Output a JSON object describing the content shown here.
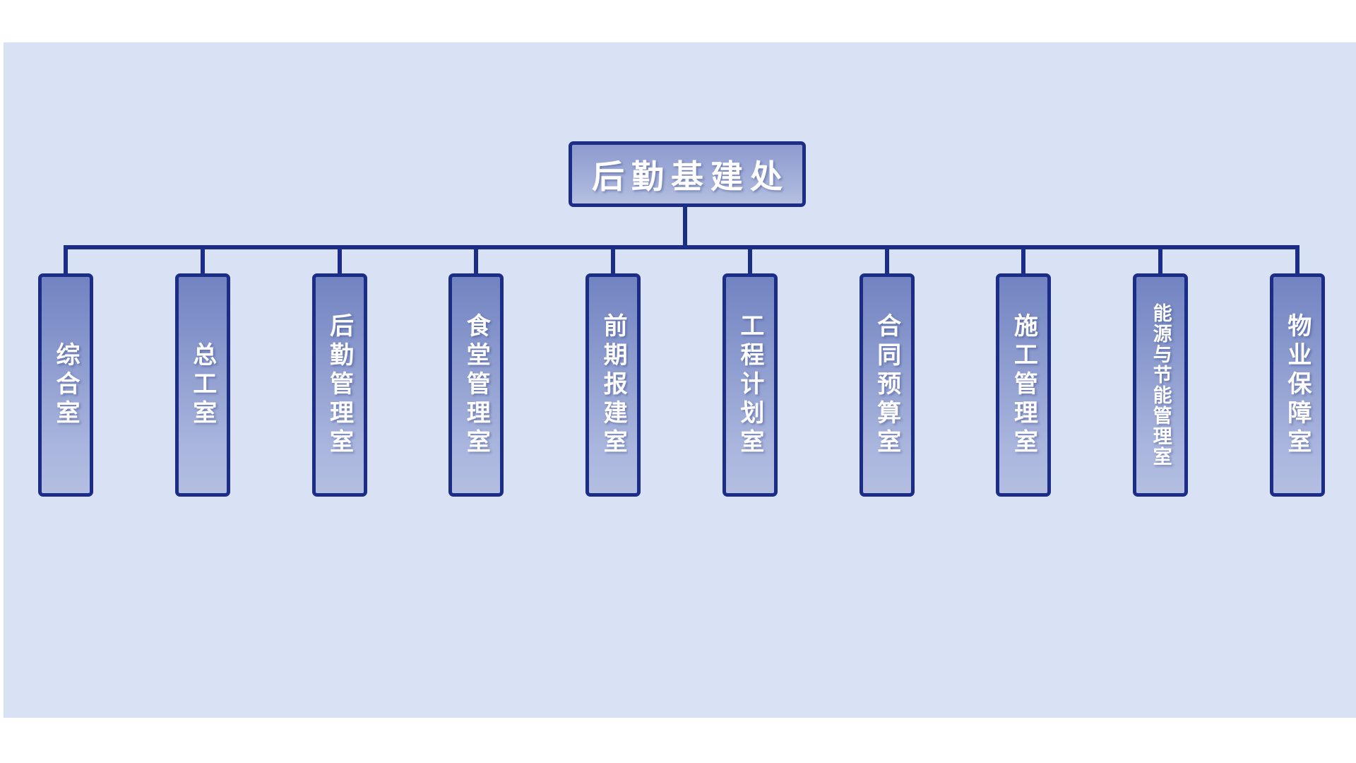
{
  "chart": {
    "type": "org-chart",
    "root": "后勤基建处",
    "departments": [
      "综合室",
      "总工室",
      "后勤管理室",
      "食堂管理室",
      "前期报建室",
      "工程计划室",
      "合同预算室",
      "施工管理室",
      "能源与节能管理室",
      "物业保障室"
    ]
  },
  "colors": {
    "page_background": "#ffffff",
    "chart_background": "#d9e1f5",
    "box_border": "#1b2d87",
    "connector_line": "#1b2d87",
    "box_fill_top": "#7183c1",
    "box_fill_bottom": "#b3bee1",
    "box_text": "#ffffff"
  }
}
